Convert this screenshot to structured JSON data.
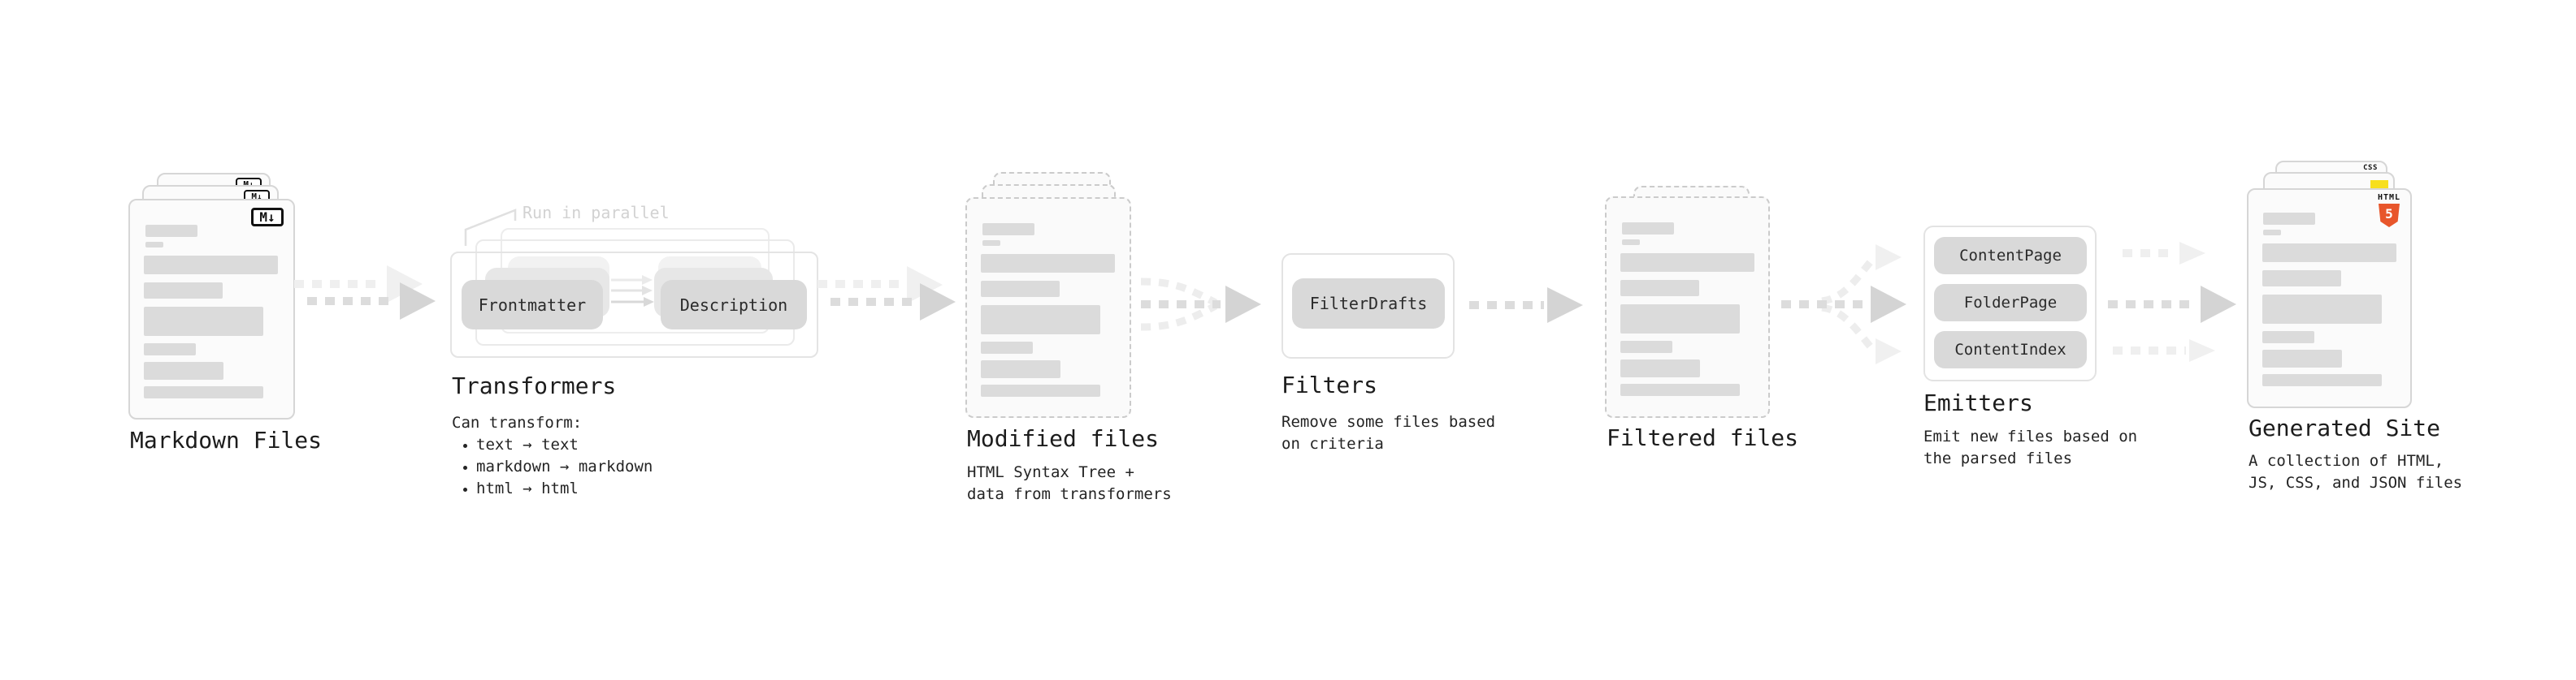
{
  "stages": {
    "markdown_files": {
      "title": "Markdown Files",
      "badge": "M↓"
    },
    "transformers": {
      "title": "Transformers",
      "annotation": "Run in parallel",
      "pill_left": "Frontmatter",
      "pill_right": "Description",
      "body": "Can transform:",
      "bullets": [
        "text → text",
        "markdown → markdown",
        "html → html"
      ]
    },
    "modified_files": {
      "title": "Modified files",
      "subtitle": [
        "HTML Syntax Tree +",
        "data from transformers"
      ]
    },
    "filters": {
      "title": "Filters",
      "pill": "FilterDrafts",
      "subtitle": [
        "Remove some files based",
        "on criteria"
      ]
    },
    "filtered_files": {
      "title": "Filtered files"
    },
    "emitters": {
      "title": "Emitters",
      "pills": [
        "ContentPage",
        "FolderPage",
        "ContentIndex"
      ],
      "subtitle": [
        "Emit new files based on",
        "the parsed files"
      ]
    },
    "generated_site": {
      "title": "Generated Site",
      "subtitle": [
        "A collection of HTML,",
        "JS, CSS, and JSON files"
      ],
      "css_badge": "CSS",
      "html_badge": "HTML",
      "html_badge_number": "5"
    }
  },
  "colors": {
    "js_yellow": "#f7df1e",
    "css_blue": "#2962ff",
    "html_orange": "#e8562b",
    "bar_gray": "#dbdbdb",
    "pill_gray": "#d9d9d9",
    "text_dark": "#1c1c1c",
    "annotation_gray": "#d2d2d2"
  }
}
